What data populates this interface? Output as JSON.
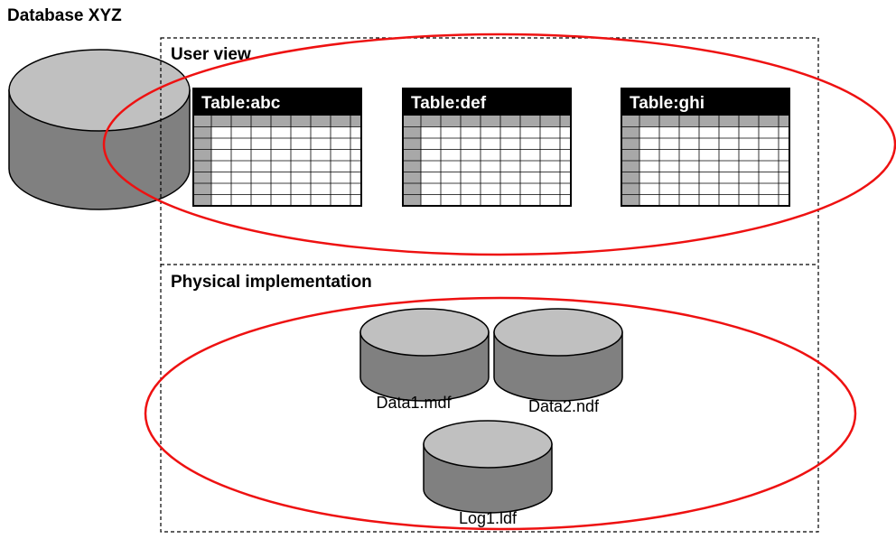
{
  "title": "Database XYZ",
  "sections": {
    "user_view": {
      "label": "User view",
      "tables": [
        {
          "label": "Table:abc"
        },
        {
          "label": "Table:def"
        },
        {
          "label": "Table:ghi"
        }
      ]
    },
    "physical": {
      "label": "Physical implementation",
      "files": [
        {
          "label": "Data1.mdf"
        },
        {
          "label": "Data2.ndf"
        },
        {
          "label": "Log1.ldf"
        }
      ]
    }
  },
  "colors": {
    "highlight_ellipse": "#ee1111",
    "cylinder_top": "#c0c0c0",
    "cylinder_side": "#808080",
    "table_header": "#000000",
    "table_header_cells": "#a8a8a8"
  }
}
